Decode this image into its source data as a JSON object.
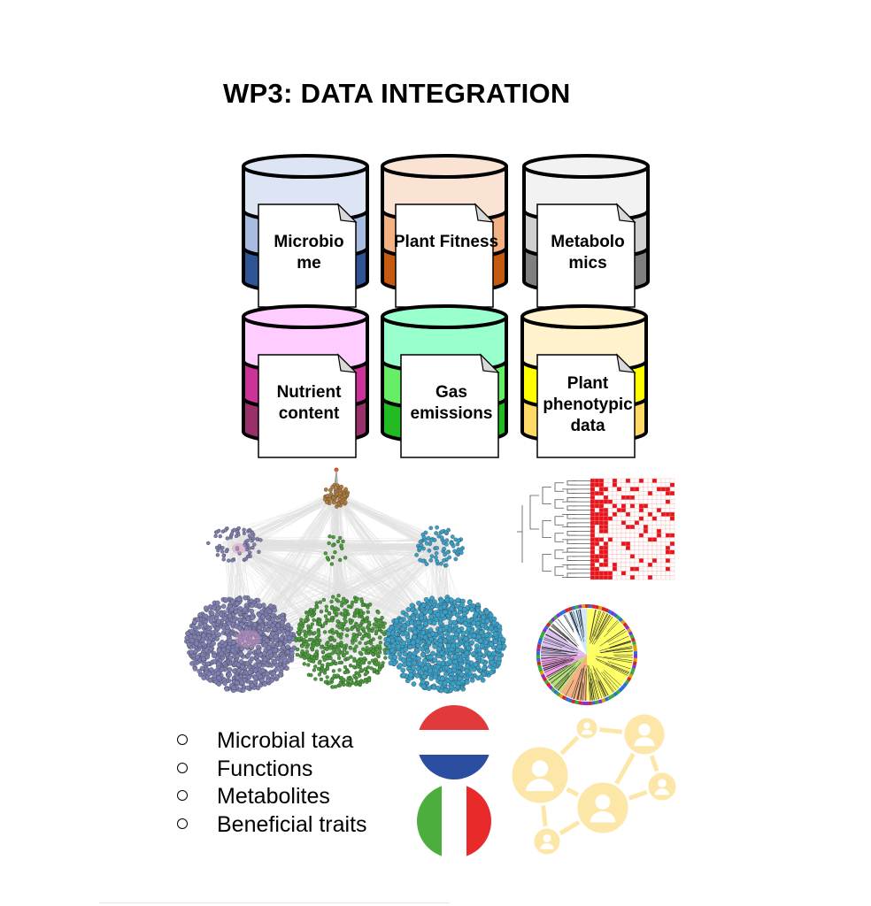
{
  "title": "WP3: DATA INTEGRATION",
  "databases": [
    {
      "line1": "Microbio",
      "line2": "me",
      "line3": "",
      "colors": [
        "#dde4f3",
        "#a8bbe0",
        "#2f5496"
      ]
    },
    {
      "line1": "Plant Fitness",
      "line2": "",
      "line3": "",
      "colors": [
        "#fbe3d4",
        "#f4b183",
        "#c55a11"
      ]
    },
    {
      "line1": "Metabolo",
      "line2": "mics",
      "line3": "",
      "colors": [
        "#f2f2f2",
        "#d0d0d0",
        "#7f7f7f"
      ]
    },
    {
      "line1": "Nutrient",
      "line2": "content",
      "line3": "",
      "colors": [
        "#ffccff",
        "#cc3399",
        "#99306a"
      ]
    },
    {
      "line1": "Gas",
      "line2": "emissions",
      "line3": "",
      "colors": [
        "#99ffcc",
        "#66ee66",
        "#22bb22"
      ]
    },
    {
      "line1": "Plant",
      "line2": "phenotypic",
      "line3": "data",
      "colors": [
        "#fff2cc",
        "#ffff00",
        "#ffd966"
      ]
    }
  ],
  "bullets": [
    "Microbial taxa",
    "Functions",
    "Metabolites",
    "Beneficial traits"
  ],
  "flags": [
    {
      "country": "Netherlands",
      "colors": [
        "#e23a3a",
        "#ffffff",
        "#2c4ea0"
      ]
    },
    {
      "country": "Italy",
      "colors": [
        "#4cae3c",
        "#ffffff",
        "#e82a2a"
      ]
    }
  ],
  "network_colors": {
    "purple": "#7f7fb2",
    "green": "#4a9e3a",
    "blue": "#3aa0c8",
    "orange": "#b07a3a",
    "edges": "#c8c8c8"
  },
  "user_network_color": "#fce6a8"
}
